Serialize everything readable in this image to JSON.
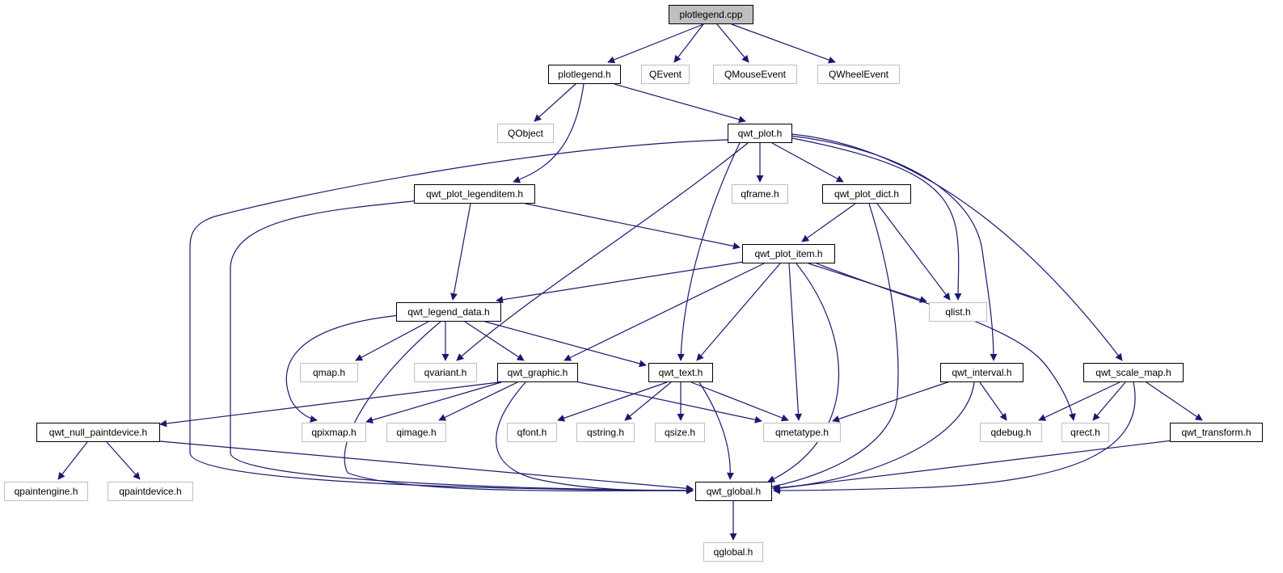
{
  "graph": {
    "title": "plotlegend.cpp",
    "edge_color": "#191970",
    "nodes": {
      "plotlegend_cpp": {
        "label": "plotlegend.cpp",
        "kind": "root"
      },
      "plotlegend_h": {
        "label": "plotlegend.h",
        "kind": "doc"
      },
      "QEvent": {
        "label": "QEvent",
        "kind": "ext"
      },
      "QMouseEvent": {
        "label": "QMouseEvent",
        "kind": "ext"
      },
      "QWheelEvent": {
        "label": "QWheelEvent",
        "kind": "ext"
      },
      "QObject": {
        "label": "QObject",
        "kind": "ext"
      },
      "qwt_plot_h": {
        "label": "qwt_plot.h",
        "kind": "doc"
      },
      "qwt_plot_legenditem_h": {
        "label": "qwt_plot_legenditem.h",
        "kind": "doc"
      },
      "qframe_h": {
        "label": "qframe.h",
        "kind": "ext"
      },
      "qwt_plot_dict_h": {
        "label": "qwt_plot_dict.h",
        "kind": "doc"
      },
      "qwt_plot_item_h": {
        "label": "qwt_plot_item.h",
        "kind": "doc"
      },
      "qlist_h": {
        "label": "qlist.h",
        "kind": "ext"
      },
      "qwt_legend_data_h": {
        "label": "qwt_legend_data.h",
        "kind": "doc"
      },
      "qmap_h": {
        "label": "qmap.h",
        "kind": "ext"
      },
      "qvariant_h": {
        "label": "qvariant.h",
        "kind": "ext"
      },
      "qwt_graphic_h": {
        "label": "qwt_graphic.h",
        "kind": "doc"
      },
      "qwt_text_h": {
        "label": "qwt_text.h",
        "kind": "doc"
      },
      "qwt_interval_h": {
        "label": "qwt_interval.h",
        "kind": "doc"
      },
      "qwt_scale_map_h": {
        "label": "qwt_scale_map.h",
        "kind": "doc"
      },
      "qwt_null_paintdevice_h": {
        "label": "qwt_null_paintdevice.h",
        "kind": "doc"
      },
      "qpixmap_h": {
        "label": "qpixmap.h",
        "kind": "ext"
      },
      "qimage_h": {
        "label": "qimage.h",
        "kind": "ext"
      },
      "qfont_h": {
        "label": "qfont.h",
        "kind": "ext"
      },
      "qstring_h": {
        "label": "qstring.h",
        "kind": "ext"
      },
      "qsize_h": {
        "label": "qsize.h",
        "kind": "ext"
      },
      "qmetatype_h": {
        "label": "qmetatype.h",
        "kind": "ext"
      },
      "qdebug_h": {
        "label": "qdebug.h",
        "kind": "ext"
      },
      "qrect_h": {
        "label": "qrect.h",
        "kind": "ext"
      },
      "qwt_transform_h": {
        "label": "qwt_transform.h",
        "kind": "doc"
      },
      "qpaintengine_h": {
        "label": "qpaintengine.h",
        "kind": "ext"
      },
      "qpaintdevice_h": {
        "label": "qpaintdevice.h",
        "kind": "ext"
      },
      "qwt_global_h": {
        "label": "qwt_global.h",
        "kind": "doc"
      },
      "qglobal_h": {
        "label": "qglobal.h",
        "kind": "ext"
      }
    }
  }
}
